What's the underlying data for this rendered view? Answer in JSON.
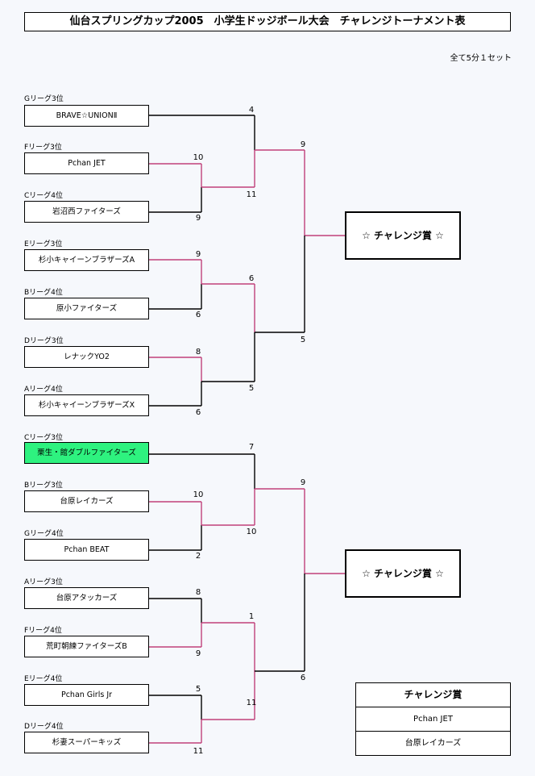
{
  "title": "仙台スプリングカップ2005　小学生ドッジボール大会　チャレンジトーナメント表",
  "note": "全て5分１セット",
  "teams": [
    {
      "league": "Gリーグ3位",
      "name": "BRAVE☆UNIONⅡ"
    },
    {
      "league": "Fリーグ3位",
      "name": "Pchan JET"
    },
    {
      "league": "Cリーグ4位",
      "name": "岩沼西ファイターズ"
    },
    {
      "league": "Eリーグ3位",
      "name": "杉小キャイーンブラザーズA"
    },
    {
      "league": "Bリーグ4位",
      "name": "原小ファイターズ"
    },
    {
      "league": "Dリーグ3位",
      "name": "レナックYO2"
    },
    {
      "league": "Aリーグ4位",
      "name": "杉小キャイーンブラザーズX"
    },
    {
      "league": "Cリーグ3位",
      "name": "栗生・館ダブルファイターズ"
    },
    {
      "league": "Bリーグ3位",
      "name": "台原レイカーズ"
    },
    {
      "league": "Gリーグ4位",
      "name": "Pchan BEAT"
    },
    {
      "league": "Aリーグ3位",
      "name": "台原アタッカーズ"
    },
    {
      "league": "Fリーグ4位",
      "name": "荒町朝練ファイターズB"
    },
    {
      "league": "Eリーグ4位",
      "name": "Pchan Girls Jr"
    },
    {
      "league": "Dリーグ4位",
      "name": "杉妻スーパーキッズ"
    }
  ],
  "scores": [
    "4",
    "10",
    "9",
    "11",
    "9",
    "6",
    "6",
    "8",
    "6",
    "5",
    "9",
    "5",
    "7",
    "10",
    "2",
    "10",
    "8",
    "9",
    "1",
    "5",
    "11",
    "11",
    "9",
    "6"
  ],
  "prize_label": "☆ チャレンジ賞 ☆",
  "result": {
    "header": "チャレンジ賞",
    "winners": [
      "Pchan JET",
      "台原レイカーズ"
    ]
  },
  "colors": {
    "winner_line": "#c0407a",
    "line": "#000000",
    "highlight": "#2ef27f"
  }
}
